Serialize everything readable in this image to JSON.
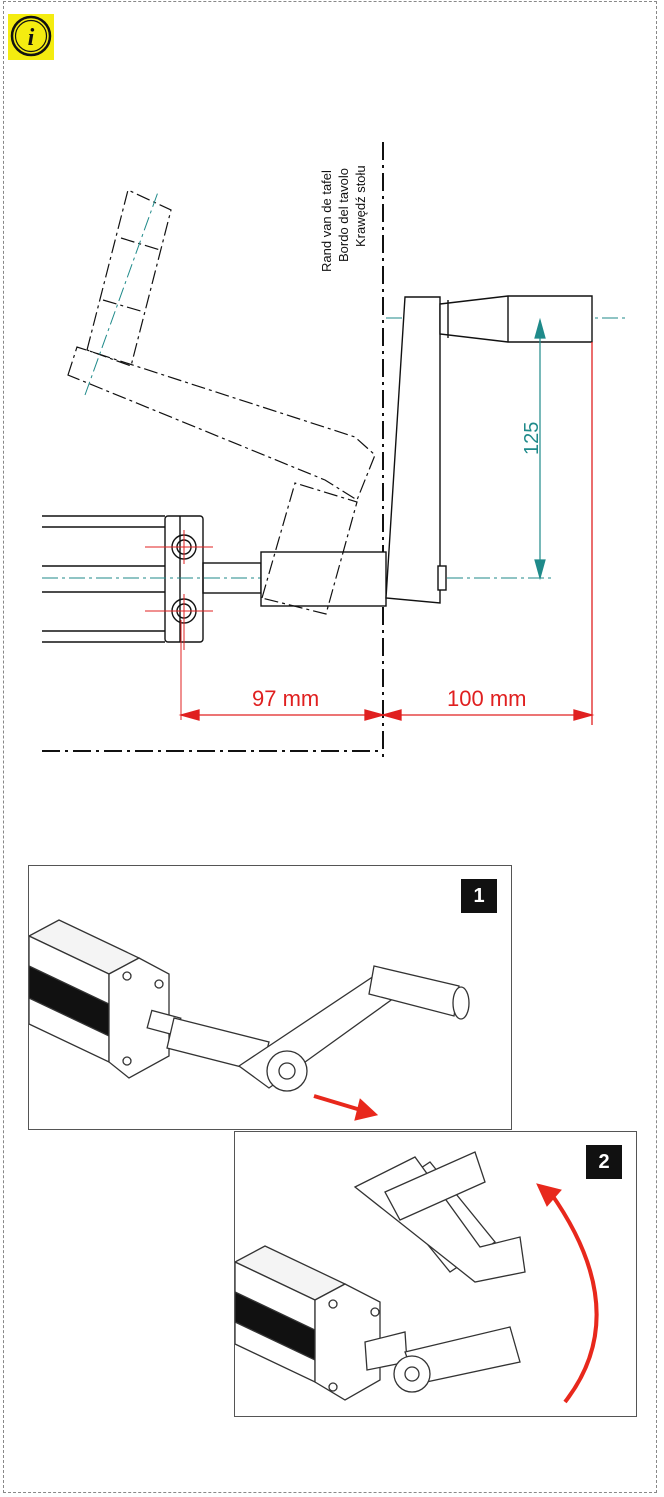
{
  "drawing": {
    "table_edge_labels": [
      "Rand van de tafel",
      "Bordo del tavolo",
      "Krawędź stołu"
    ],
    "dim_left": "97 mm",
    "dim_right": "100 mm",
    "dim_vertical": "125"
  },
  "steps": [
    {
      "number": "1"
    },
    {
      "number": "2"
    }
  ],
  "colors": {
    "info_yellow": "#f4ec10",
    "dimension_red": "#e02020",
    "centerline_teal": "#1f8a8a",
    "arrow_red": "#e8281c"
  },
  "icons": [
    "info-icon"
  ]
}
